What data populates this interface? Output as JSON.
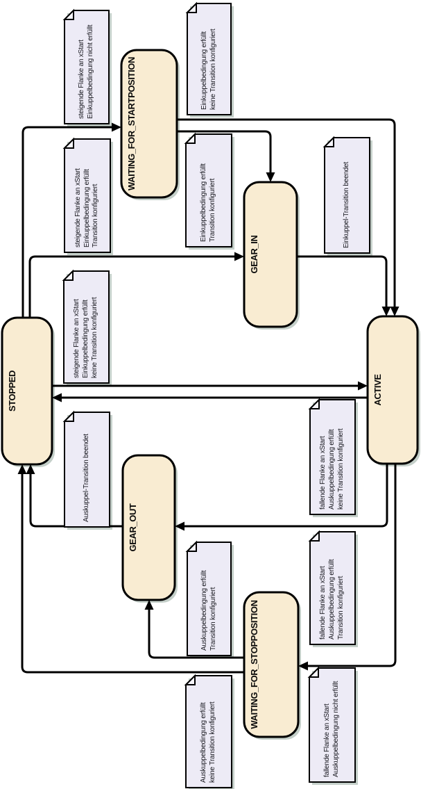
{
  "diagram": {
    "states": [
      {
        "id": "stopped",
        "label": "STOPPED"
      },
      {
        "id": "waiting_for_startposition",
        "label": "WAITING_FOR_STARTPOSITION"
      },
      {
        "id": "gear_in",
        "label": "GEAR_IN"
      },
      {
        "id": "active",
        "label": "ACTIVE"
      },
      {
        "id": "gear_out",
        "label": "GEAR_OUT"
      },
      {
        "id": "waiting_for_stopposition",
        "label": "WAITING_FOR_STOPPOSITION"
      }
    ],
    "notes": [
      {
        "id": "n1",
        "lines": [
          "steigende Flanke an xStart",
          "Einkuppelbedingung nicht erfüllt"
        ]
      },
      {
        "id": "n2",
        "lines": [
          "steigende Flanke an xStart",
          "Einkuppelbedingung erfüllt",
          "Transition konfiguriert"
        ]
      },
      {
        "id": "n3",
        "lines": [
          "steigende Flanke an xStart",
          "Einkuppelbedingung erfüllt",
          "keine Transition konfiguriert"
        ]
      },
      {
        "id": "n4",
        "lines": [
          "Auskuppel-Transition beendet"
        ]
      },
      {
        "id": "n5",
        "lines": [
          "Einkuppelbedingung erfüllt",
          "keine Transition konfiguriert"
        ]
      },
      {
        "id": "n6",
        "lines": [
          "Einkuppelbedingung erfüllt",
          "Transition konfiguriert"
        ]
      },
      {
        "id": "n7",
        "lines": [
          "Einkuppel-Transition beendet"
        ]
      },
      {
        "id": "n8",
        "lines": [
          "fallende Flanke an xStart",
          "Auskuppelbedingung erfüllt",
          "keine Transition konfiguriert"
        ]
      },
      {
        "id": "n9",
        "lines": [
          "fallende Flanke an xStart",
          "Auskuppelbedingung erfüllt",
          "Transition konfiguriert"
        ]
      },
      {
        "id": "n10",
        "lines": [
          "fallende Flanke an xStart",
          "Auskuppelbedingung nicht erfüllt"
        ]
      },
      {
        "id": "n11",
        "lines": [
          "Auskuppelbedingung erfüllt",
          "Transition konfiguriert"
        ]
      },
      {
        "id": "n12",
        "lines": [
          "Auskuppelbedingung erfüllt",
          "keine Transition konfiguriert"
        ]
      }
    ],
    "transitions": [
      {
        "from": "STOPPED",
        "to": "WAITING_FOR_STARTPOSITION",
        "condition": "steigende Flanke an xStart, Einkuppelbedingung nicht erfüllt"
      },
      {
        "from": "STOPPED",
        "to": "GEAR_IN",
        "condition": "steigende Flanke an xStart, Einkuppelbedingung erfüllt, Transition konfiguriert"
      },
      {
        "from": "STOPPED",
        "to": "ACTIVE",
        "condition": "steigende Flanke an xStart, Einkuppelbedingung erfüllt, keine Transition konfiguriert"
      },
      {
        "from": "WAITING_FOR_STARTPOSITION",
        "to": "GEAR_IN",
        "condition": "Einkuppelbedingung erfüllt, Transition konfiguriert"
      },
      {
        "from": "WAITING_FOR_STARTPOSITION",
        "to": "ACTIVE",
        "condition": "Einkuppelbedingung erfüllt, keine Transition konfiguriert"
      },
      {
        "from": "GEAR_IN",
        "to": "ACTIVE",
        "condition": "Einkuppel-Transition beendet"
      },
      {
        "from": "ACTIVE",
        "to": "WAITING_FOR_STOPPOSITION",
        "condition": "fallende Flanke an xStart, Auskuppelbedingung nicht erfüllt"
      },
      {
        "from": "ACTIVE",
        "to": "GEAR_OUT",
        "condition": "fallende Flanke an xStart, Auskuppelbedingung erfüllt, Transition konfiguriert"
      },
      {
        "from": "ACTIVE",
        "to": "STOPPED",
        "condition": "fallende Flanke an xStart, Auskuppelbedingung erfüllt, keine Transition konfiguriert"
      },
      {
        "from": "WAITING_FOR_STOPPOSITION",
        "to": "GEAR_OUT",
        "condition": "Auskuppelbedingung erfüllt, Transition konfiguriert"
      },
      {
        "from": "WAITING_FOR_STOPPOSITION",
        "to": "STOPPED",
        "condition": "Auskuppelbedingung erfüllt, keine Transition konfiguriert"
      },
      {
        "from": "GEAR_OUT",
        "to": "STOPPED",
        "condition": "Auskuppel-Transition beendet"
      }
    ],
    "colors": {
      "state_fill": "#f9ecd2",
      "note_fill": "#edebf6",
      "shadow": "#c4cfc9",
      "line": "#000000",
      "background": "#ffffff"
    }
  }
}
